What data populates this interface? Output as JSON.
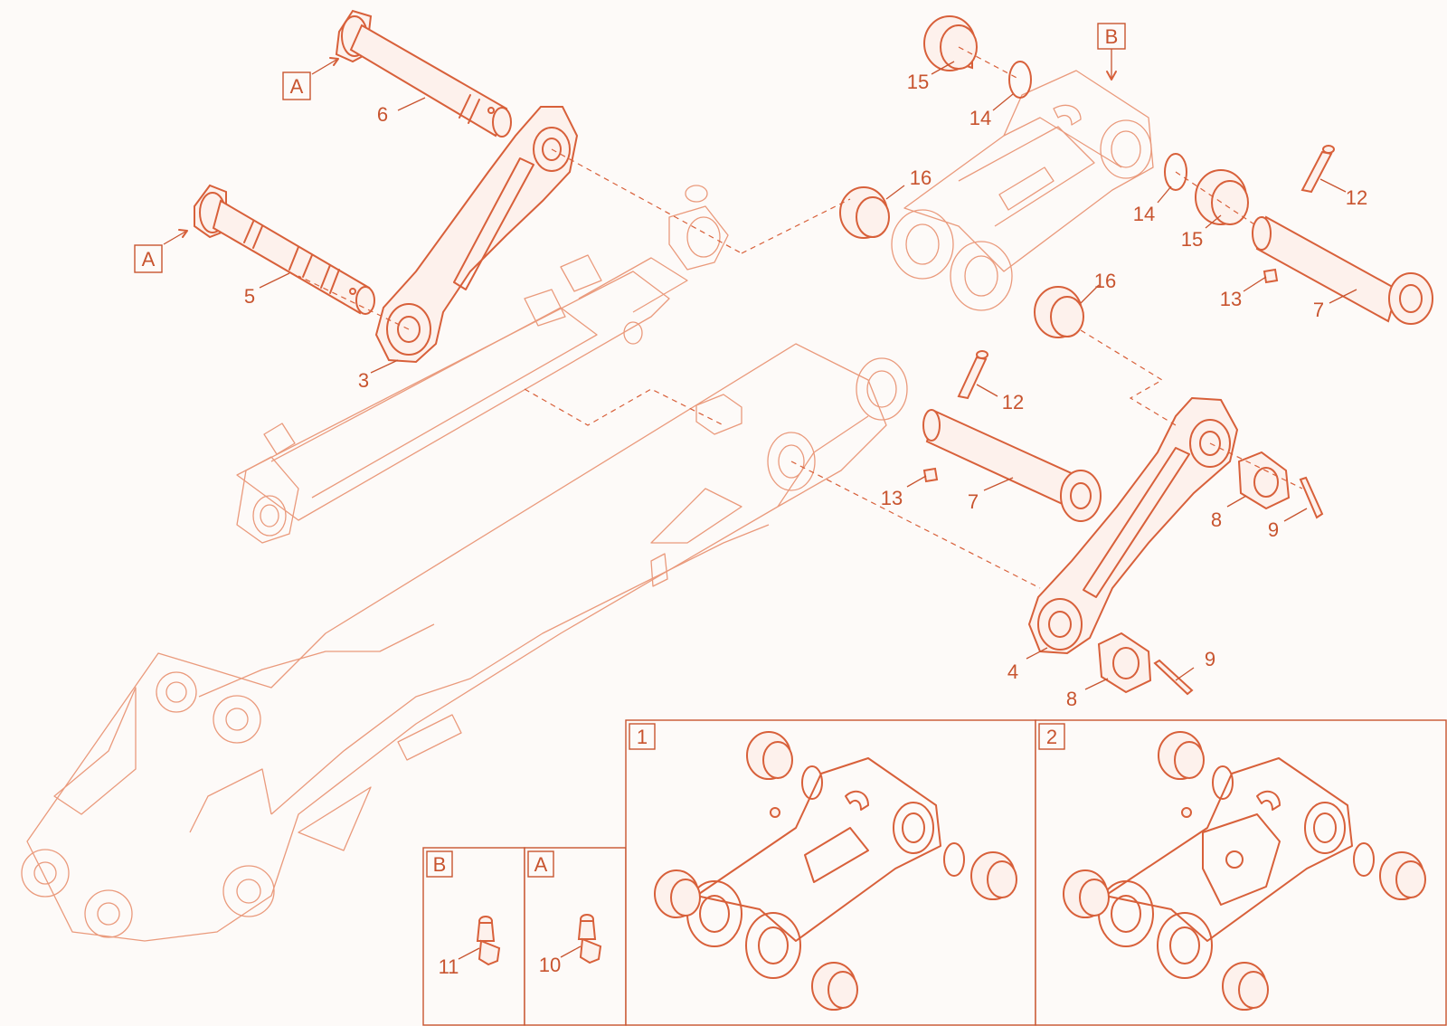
{
  "callouts": {
    "c3": "3",
    "c4": "4",
    "c5": "5",
    "c6": "6",
    "c7a": "7",
    "c7b": "7",
    "c8a": "8",
    "c8b": "8",
    "c9a": "9",
    "c9b": "9",
    "c10": "10",
    "c11": "11",
    "c12a": "12",
    "c12b": "12",
    "c13a": "13",
    "c13b": "13",
    "c14a": "14",
    "c14b": "14",
    "c15a": "15",
    "c15b": "15",
    "c16a": "16",
    "c16b": "16"
  },
  "detail_labels": {
    "a1": "A",
    "a2": "A",
    "b1": "B",
    "inset_b": "B",
    "inset_a": "A",
    "inset_1": "1",
    "inset_2": "2"
  },
  "colors": {
    "line": "#d8603a",
    "text": "#c8542f",
    "background": "#fdfaf8"
  }
}
